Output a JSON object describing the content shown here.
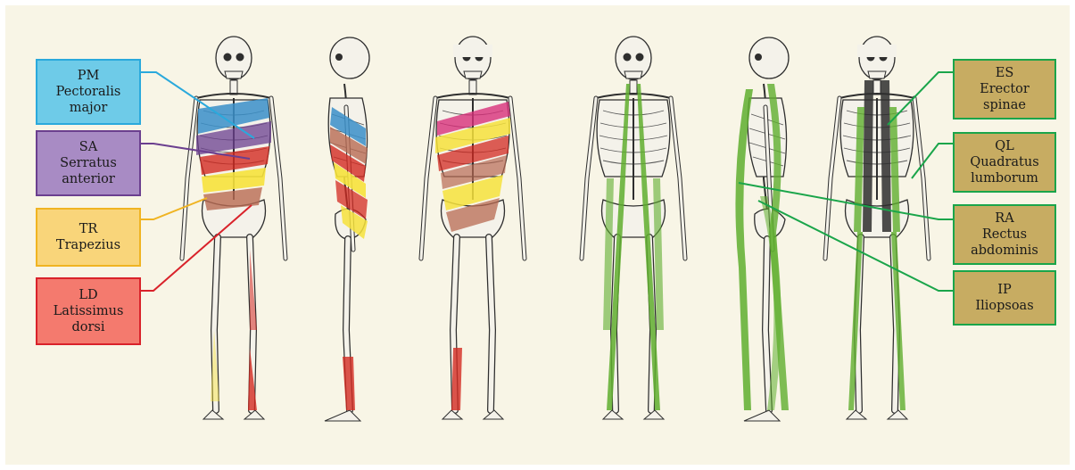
{
  "labels": {
    "pm": {
      "abbr": "PM",
      "line1": "Pectoralis",
      "line2": "major",
      "fill": "#6ecbe8",
      "border": "#2aa9dc"
    },
    "sa": {
      "abbr": "SA",
      "line1": "Serratus",
      "line2": "anterior",
      "fill": "#a88bc4",
      "border": "#6b3f8f"
    },
    "tr": {
      "abbr": "TR",
      "line1": "Trapezius",
      "line2": "",
      "fill": "#f9d57a",
      "border": "#f0b422"
    },
    "ld": {
      "abbr": "LD",
      "line1": "Latissimus",
      "line2": "dorsi",
      "fill": "#f47a6e",
      "border": "#d9222a"
    },
    "es": {
      "abbr": "ES",
      "line1": "Erector",
      "line2": "spinae",
      "fill": "#c7ac62",
      "border": "#1aa54a"
    },
    "ql": {
      "abbr": "QL",
      "line1": "Quadratus",
      "line2": "lumborum",
      "fill": "#c7ac62",
      "border": "#1aa54a"
    },
    "ra": {
      "abbr": "RA",
      "line1": "Rectus",
      "line2": "abdominis",
      "fill": "#c7ac62",
      "border": "#1aa54a"
    },
    "ip": {
      "abbr": "IP",
      "line1": "Iliopsoas",
      "line2": "",
      "fill": "#c7ac62",
      "border": "#1aa54a"
    }
  },
  "colors": {
    "background": "#f8f5e6",
    "bone": "#f4f2ea",
    "bone_outline": "#2e2e2e",
    "muscle_green": "#5fae2e",
    "muscle_red": "#d32a22",
    "muscle_blue": "#3a8fc9",
    "muscle_yellow": "#f6e23c",
    "muscle_brown": "#b86a52",
    "muscle_magenta": "#d8307a"
  },
  "figures": [
    {
      "view": "front",
      "muscle_group": "anterior-chain"
    },
    {
      "view": "side",
      "muscle_group": "anterior-chain"
    },
    {
      "view": "back",
      "muscle_group": "anterior-chain"
    },
    {
      "view": "front",
      "muscle_group": "deep-core"
    },
    {
      "view": "side",
      "muscle_group": "deep-core"
    },
    {
      "view": "back",
      "muscle_group": "deep-core"
    }
  ]
}
